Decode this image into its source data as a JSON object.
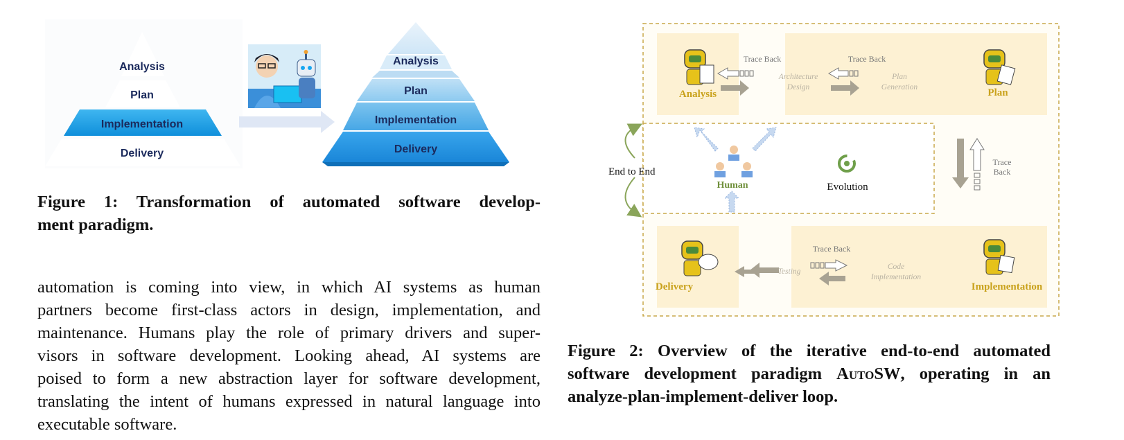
{
  "figure1": {
    "old_pyramid": {
      "levels": [
        "Analysis",
        "Plan",
        "Implementation",
        "Delivery"
      ]
    },
    "new_pyramid": {
      "levels": [
        "Analysis",
        "Plan",
        "Implementation",
        "Delivery"
      ]
    },
    "caption_line1": "Figure 1: Transformation of automated software develop-",
    "caption_line2": "ment paradigm."
  },
  "body_text": {
    "lines": [
      "automation is coming into view, in which AI systems as human",
      "partners become first-class actors in design, implementation, and",
      "maintenance. Humans play the role of primary drivers and super-",
      "visors in software development. Looking ahead, AI systems are",
      "poised to form a new abstraction layer for software development,",
      "translating the intent of humans expressed in natural language into",
      "executable software."
    ]
  },
  "figure2": {
    "stages": {
      "analysis": "Analysis",
      "plan": "Plan",
      "implementation": "Implementation",
      "delivery": "Delivery"
    },
    "trace_back_top_left": "Trace Back",
    "trace_back_top_right": "Trace Back",
    "trace_back_bottom": "Trace Back",
    "trace_back_right_line1": "Trace",
    "trace_back_right_line2": "Back",
    "architecture_design_line1": "Architecture",
    "architecture_design_line2": "Design",
    "plan_generation_line1": "Plan",
    "plan_generation_line2": "Generation",
    "testing": "Testing",
    "code_implementation_line1": "Code",
    "code_implementation_line2": "Implementation",
    "end_to_end": "End to End",
    "human": "Human",
    "evolution": "Evolution",
    "caption_line1": "Figure 2: Overview of the iterative end-to-end automated",
    "caption_line2_pre": "software development paradigm ",
    "caption_name": "AutoSW",
    "caption_line2_post": ", operating in an",
    "caption_line3": "analyze-plan-implement-deliver loop.",
    "colors": {
      "stage_bg": "#fdf1d3",
      "stage_text": "#c9a21c",
      "dashed_border": "#c9a84a",
      "arrow_gray": "#a8a292",
      "arrow_blue": "#c7d9f0",
      "human_green": "#6f8f3a"
    }
  }
}
